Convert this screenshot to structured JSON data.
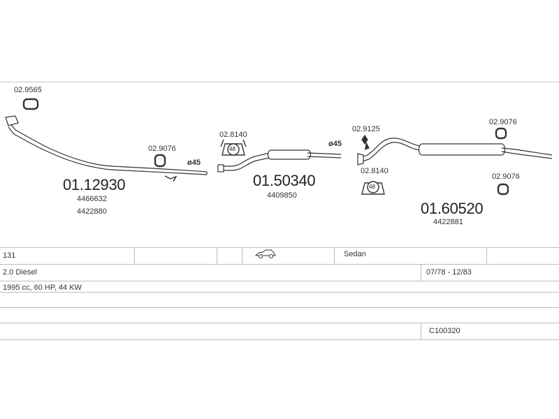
{
  "parts": [
    {
      "id": "pipe_front",
      "number": "01.12930",
      "oe": [
        "4466632",
        "4422880"
      ]
    },
    {
      "id": "center_silencer",
      "number": "01.50340",
      "oe": [
        "4409850"
      ]
    },
    {
      "id": "rear_silencer",
      "number": "01.60520",
      "oe": [
        "4422881"
      ]
    }
  ],
  "fittings": [
    {
      "id": "gasket_front",
      "number": "02.9565"
    },
    {
      "id": "clamp_front",
      "number": "02.9076"
    },
    {
      "id": "hanger_center",
      "number": "02.8140",
      "badge": "48"
    },
    {
      "id": "bracket_rear",
      "number": "02.9125"
    },
    {
      "id": "hanger_rear",
      "number": "02.8140",
      "badge": "48"
    },
    {
      "id": "clamp_rear_top",
      "number": "02.9076"
    },
    {
      "id": "clamp_rear_bottom",
      "number": "02.9076"
    }
  ],
  "diameters": [
    "ø45",
    "ø45"
  ],
  "vehicle": {
    "model": "131",
    "body": "Sedan",
    "engine": "2.0 Diesel",
    "years": "07/78 - 12/83",
    "specs": "1995 cc, 60 HP, 44 KW",
    "code": "C100320",
    "car_icon": "sedan-car-icon"
  }
}
